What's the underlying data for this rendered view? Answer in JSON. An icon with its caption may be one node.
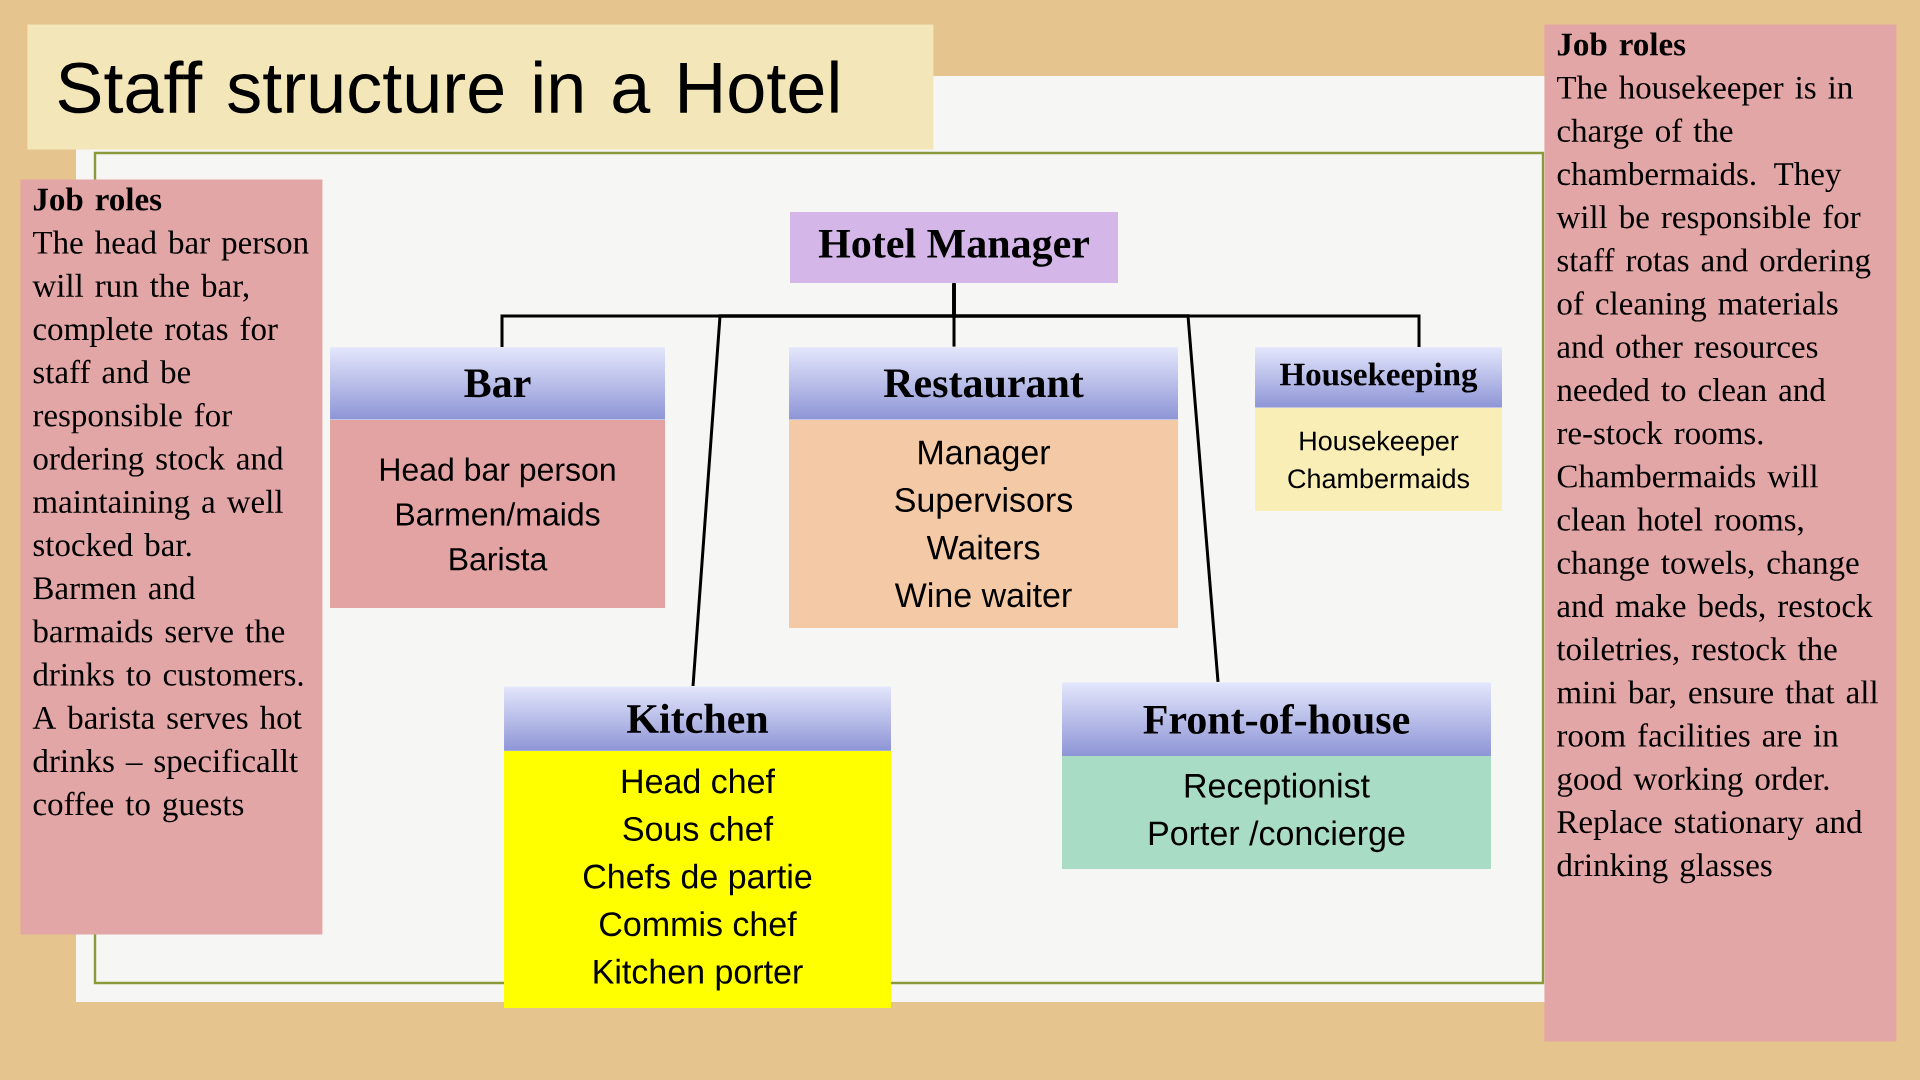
{
  "diagram": {
    "title": "Staff structure in a Hotel",
    "nodes": [
      {
        "text": [
          "Job roles",
          "The head bar person will run the bar, complete rotas for staff and be responsible for ordering stock and maintaining a well stocked bar.",
          "Barmen and barmaids serve the drinks to customers.",
          "A barista serves hot drinks – specificallt coffee to guests"
        ]
      },
      {
        "text": [
          "Hotel Manager"
        ]
      },
      {
        "text": [
          "Bar",
          "Head bar person",
          "Barmen/maids",
          "Barista"
        ]
      },
      {
        "text": [
          "Restaurant",
          "Manager",
          "Supervisors",
          "Waiters",
          "Wine waiter"
        ]
      },
      {
        "text": [
          "Housekeeping",
          "Housekeeper",
          "Chambermaids"
        ]
      },
      {
        "text": [
          "Kitchen",
          "Head chef",
          "Sous chef",
          "Chefs de partie",
          "Commis chef",
          "Kitchen porter"
        ]
      },
      {
        "text": [
          "Front-of-house",
          "Receptionist",
          "Porter /concierge"
        ]
      },
      {
        "text": [
          "Job roles",
          "The housekeeper is in charge of the chambermaids. They will be responsible for staff rotas and ordering of cleaning materials and other resources needed to clean and re-stock rooms.",
          "Chambermaids will clean hotel rooms, change towels, change and make beds, restock toiletries, restock the mini bar, ensure that all room facilities are in good working order. Replace stationary and drinking glasses"
        ]
      }
    ],
    "edges": [
      {
        "from": 1,
        "to": 2,
        "arrow": "none"
      },
      {
        "from": 1,
        "to": 3,
        "arrow": "none"
      },
      {
        "from": 1,
        "to": 4,
        "arrow": "none"
      },
      {
        "from": 1,
        "to": 5,
        "arrow": "none"
      },
      {
        "from": 1,
        "to": 6,
        "arrow": "none"
      }
    ]
  }
}
